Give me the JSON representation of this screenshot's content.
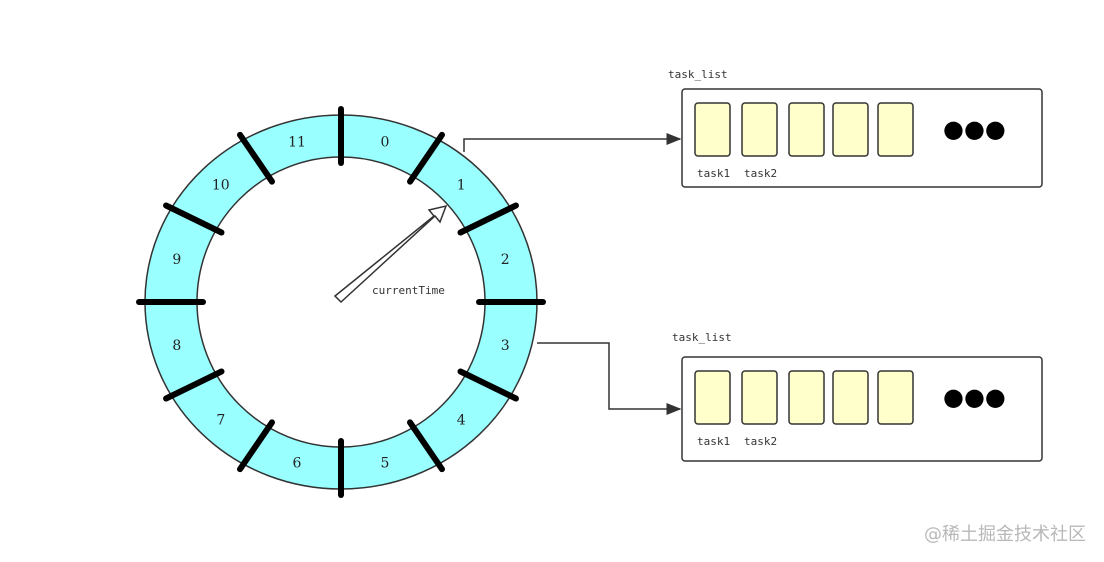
{
  "wheel": {
    "slots": [
      "0",
      "1",
      "2",
      "3",
      "4",
      "5",
      "6",
      "7",
      "8",
      "9",
      "10",
      "11"
    ],
    "pointer_label": "currentTime",
    "fill_color": "#99ffff"
  },
  "task_lists": [
    {
      "title": "task_list",
      "tasks": [
        "task1",
        "task2"
      ],
      "ellipsis": "●●●"
    },
    {
      "title": "task_list",
      "tasks": [
        "task1",
        "task2"
      ],
      "ellipsis": "●●●"
    }
  ],
  "colors": {
    "task_fill": "#ffffcc",
    "stroke": "#333333"
  },
  "watermark": "@稀土掘金技术社区"
}
